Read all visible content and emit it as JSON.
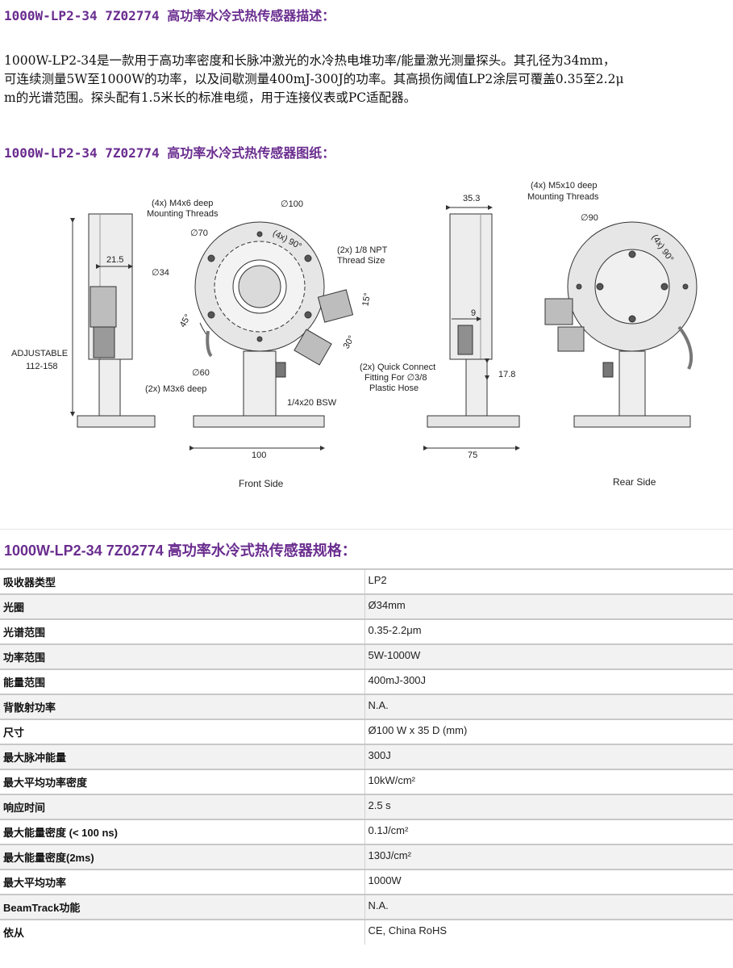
{
  "headings": {
    "description": "1000W-LP2-34 7Z02774 高功率水冷式热传感器描述：",
    "drawing": "1000W-LP2-34 7Z02774 高功率水冷式热传感器图纸：",
    "specs": "1000W-LP2-34 7Z02774 高功率水冷式热传感器规格："
  },
  "description": {
    "line1": "1000W-LP2-34是一款用于高功率密度和长脉冲激光的水冷热电堆功率/能量激光测量探头。其孔径为34mm，",
    "line2": "可连续测量5W至1000W的功率，以及间歇测量400mJ-300J的功率。其高损伤阈值LP2涂层可覆盖0.35至2.2μ",
    "line3": "m的光谱范围。探头配有1.5米长的标准电缆，用于连接仪表或PC适配器。"
  },
  "drawing_labels": {
    "m4": "(4x) M4x6 deep",
    "mounting_threads": "Mounting Threads",
    "d100": "∅100",
    "d70": "∅70",
    "ang90": "(4x) 90°",
    "npt1": "(2x) 1/8 NPT",
    "npt2": "Thread Size",
    "dim215": "21.5",
    "d34": "∅34",
    "adjustable": "ADJUSTABLE",
    "adj_range": "112-158",
    "ang45": "45°",
    "ang15": "15°",
    "ang30": "30°",
    "d60": "∅60",
    "m3": "(2x) M3x6 deep",
    "qc1": "(2x) Quick Connect",
    "qc2": "Fitting For ∅3/8",
    "qc3": "Plastic Hose",
    "bsw": "1/4x20 BSW",
    "dim100": "100",
    "front_side": "Front Side",
    "dim353": "35.3",
    "dim9": "9",
    "dim178": "17.8",
    "dim75": "75",
    "m5": "(4x) M5x10 deep",
    "mounting_threads_rear": "Mounting Threads",
    "d90": "∅90",
    "ang90_rear": "(4x) 90°",
    "rear_side": "Rear Side"
  },
  "specs": [
    {
      "key": "吸收器类型",
      "value": "LP2"
    },
    {
      "key": "光圈",
      "value": "Ø34mm"
    },
    {
      "key": "光谱范围",
      "value": "0.35-2.2μm"
    },
    {
      "key": "功率范围",
      "value": "5W-1000W"
    },
    {
      "key": "能量范围",
      "value": "400mJ-300J"
    },
    {
      "key": "背散射功率",
      "value": "N.A."
    },
    {
      "key": "尺寸",
      "value": "Ø100 W x 35 D (mm)"
    },
    {
      "key": "最大脉冲能量",
      "value": "300J"
    },
    {
      "key": "最大平均功率密度",
      "value": "10kW/cm²"
    },
    {
      "key": "响应时间",
      "value": "2.5 s"
    },
    {
      "key": "最大能量密度 (< 100 ns)",
      "value": "0.1J/cm²"
    },
    {
      "key": "最大能量密度(2ms)",
      "value": "130J/cm²"
    },
    {
      "key": "最大平均功率",
      "value": "1000W"
    },
    {
      "key": "BeamTrack功能",
      "value": "N.A."
    },
    {
      "key": "依从",
      "value": "CE, China RoHS"
    }
  ]
}
